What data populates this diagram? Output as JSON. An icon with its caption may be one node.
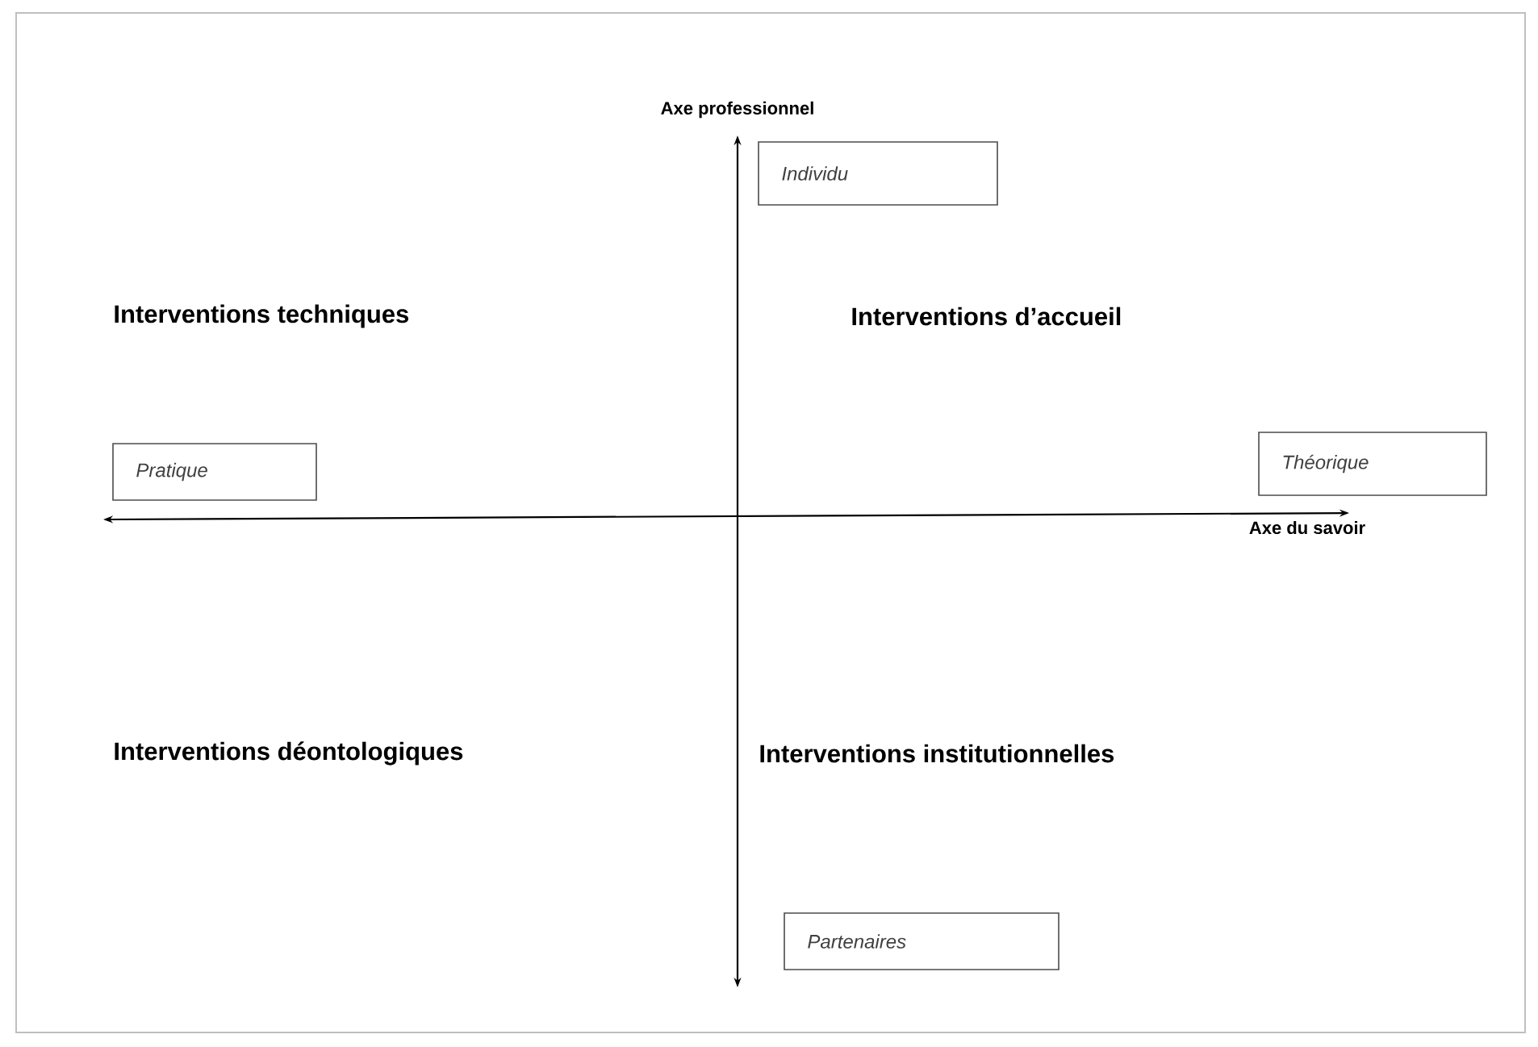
{
  "diagram": {
    "nodes": [
      {
        "text": [
          "Individu"
        ]
      },
      {
        "text": [
          "Pratique"
        ]
      },
      {
        "text": [
          "Théorique"
        ]
      },
      {
        "text": [
          "Partenaires"
        ]
      }
    ],
    "labels": [
      "Axe professionnel",
      "Interventions techniques",
      "Interventions d’accueil",
      "Axe du savoir",
      "Interventions déontologiques",
      "Interventions institutionnelles"
    ]
  }
}
